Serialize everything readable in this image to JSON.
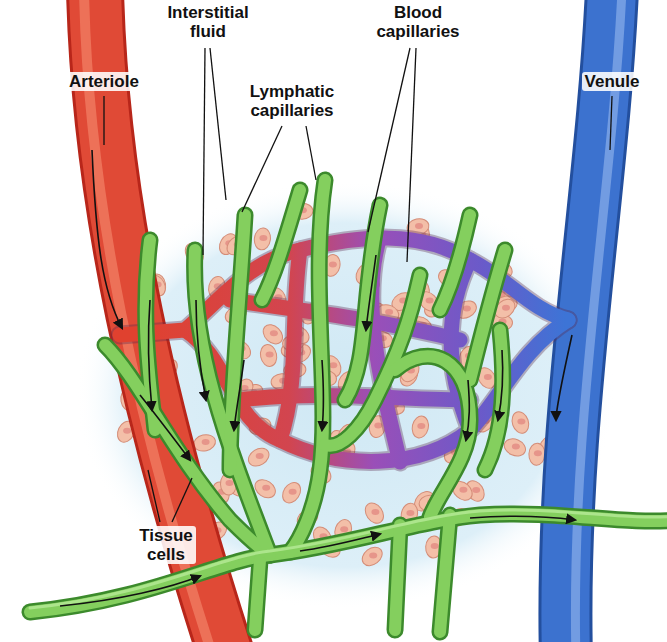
{
  "diagram": {
    "labels": [
      "Interstitial fluid",
      "Blood capillaries",
      "Arteriole",
      "Lymphatic capillaries",
      "Venule",
      "Tissue cells"
    ]
  }
}
